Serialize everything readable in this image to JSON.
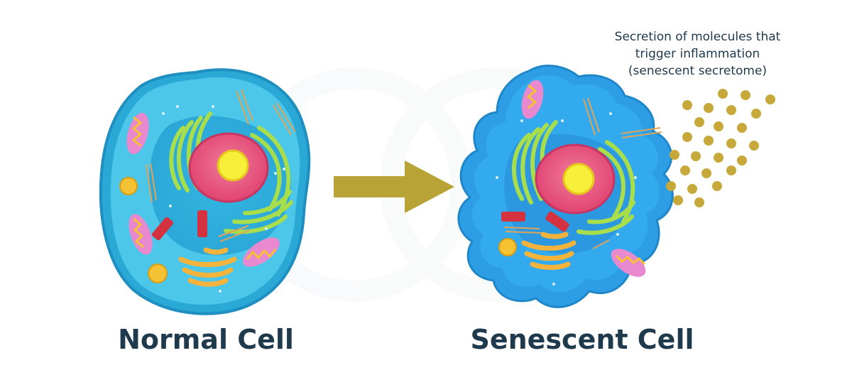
{
  "labels": {
    "normal_cell": "Normal Cell",
    "senescent_cell": "Senescent Cell"
  },
  "secretome_caption": {
    "line1": "Secretion of molecules that",
    "line2": "trigger inflammation",
    "line3": "(senescent secretome)"
  },
  "colors": {
    "cytoplasm": "#3fc3e6",
    "cytoplasm_dark": "#2aa8d6",
    "senescent_cytoplasm": "#2d9ee6",
    "membrane_inner": "#62d4ef",
    "nucleus": "#e8527d",
    "nucleolus": "#f7ef3a",
    "golgi_green": "#a8dd4c",
    "mitochondria": "#e889d0",
    "mito_inner": "#f4c233",
    "arrow": "#b8a436",
    "secretome_dots": "#c7a83a",
    "label_text": "#1f3a4d"
  },
  "icons": {
    "arrow": "right-arrow-icon"
  }
}
